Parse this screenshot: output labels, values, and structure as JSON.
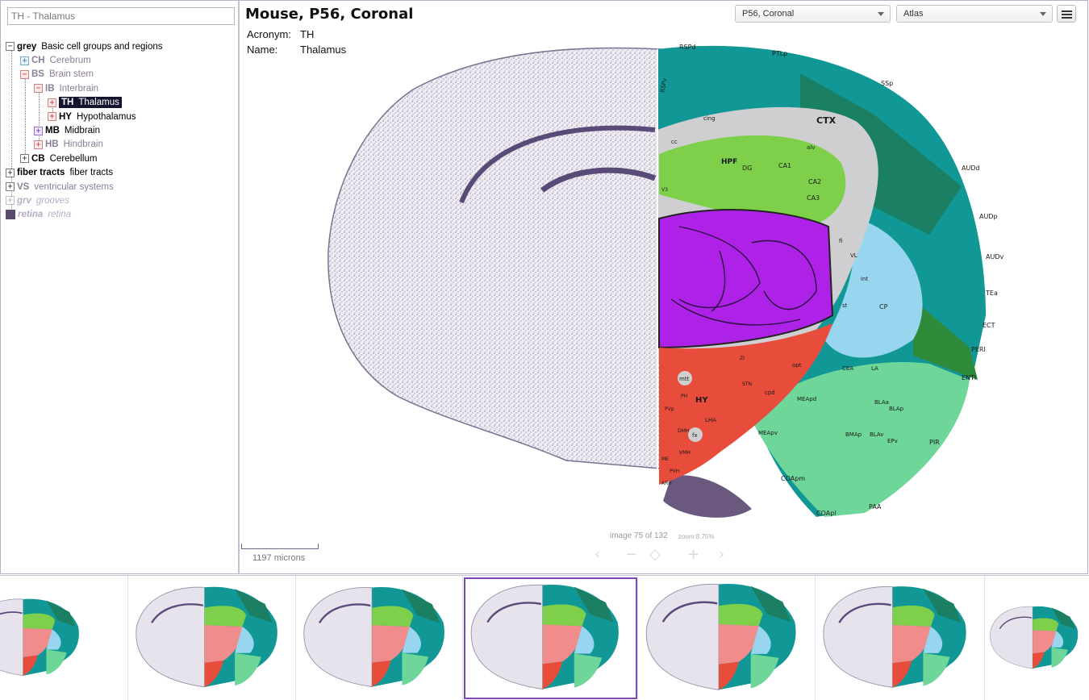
{
  "search": {
    "value": "TH - Thalamus"
  },
  "tree": [
    {
      "acronym": "grey",
      "name": "Basic cell groups and regions"
    },
    {
      "acronym": "CH",
      "name": "Cerebrum"
    },
    {
      "acronym": "BS",
      "name": "Brain stem"
    },
    {
      "acronym": "IB",
      "name": "Interbrain"
    },
    {
      "acronym": "TH",
      "name": "Thalamus"
    },
    {
      "acronym": "HY",
      "name": "Hypothalamus"
    },
    {
      "acronym": "MB",
      "name": "Midbrain"
    },
    {
      "acronym": "HB",
      "name": "Hindbrain"
    },
    {
      "acronym": "CB",
      "name": "Cerebellum"
    },
    {
      "acronym": "fiber tracts",
      "name": "fiber tracts"
    },
    {
      "acronym": "VS",
      "name": "ventricular systems"
    },
    {
      "acronym": "grv",
      "name": "grooves"
    },
    {
      "acronym": "retina",
      "name": "retina"
    }
  ],
  "header": {
    "title": "Mouse, P56, Coronal"
  },
  "info": {
    "acronym_label": "Acronym:",
    "acronym_value": "TH",
    "name_label": "Name:",
    "name_value": "Thalamus"
  },
  "dropdowns": {
    "atlas_plane": "P56, Coronal",
    "view": "Atlas"
  },
  "colors": {
    "cortex": "#119896",
    "cortex_dark": "#1a7f63",
    "hippocampus": "#7ed04b",
    "thalamus": "#ad22e6",
    "hypothalamus": "#e84c3b",
    "striatum": "#98d6f0",
    "olfactory": "#6fd69a",
    "fiber": "#cccccc",
    "selection": "#7d4bb3"
  },
  "labels": {
    "RSPd": "RSPd",
    "RSPv": "RSPv",
    "PTLp": "PTLp",
    "SSp": "SSp",
    "CTX": "CTX",
    "AUDd": "AUDd",
    "AUDp": "AUDp",
    "AUDv": "AUDv",
    "TEa": "TEa",
    "ECT": "ECT",
    "PERI": "PERI",
    "ENTl": "ENTl",
    "PIR": "PIR",
    "PAA": "PAA",
    "COApl": "COApl",
    "COApm": "COApm",
    "HPF": "HPF",
    "DG": "DG",
    "CA1": "CA1",
    "CA2": "CA2",
    "CA3": "CA3",
    "cc": "cc",
    "cing": "cing",
    "alv": "alv",
    "fi": "fi",
    "VL": "VL",
    "int": "int",
    "st": "st",
    "CP": "CP",
    "CEA": "CEA",
    "LA": "LA",
    "BLAa": "BLAa",
    "BLAp": "BLAp",
    "BMAp": "BMAp",
    "BLAv": "BLAv",
    "EPv": "EPv",
    "MEApd": "MEApd",
    "MEApv": "MEApv",
    "cpd": "cpd",
    "opt": "opt",
    "HY": "HY",
    "LHA": "LHA",
    "mtt": "mtt",
    "fx": "fx",
    "DMH": "DMH",
    "PH": "PH",
    "ZI": "ZI",
    "STN": "STN",
    "VMH": "VMH",
    "PVH": "PVH",
    "PVp": "PVp",
    "ARH": "ARH",
    "ME": "ME",
    "V3": "V3"
  },
  "scale": {
    "label": "1197 microns"
  },
  "counter": {
    "text": "image 75 of 132"
  },
  "zoom": {
    "text": "zoom:8.75%"
  },
  "thumbnails": [
    {
      "selected": false
    },
    {
      "selected": false
    },
    {
      "selected": false
    },
    {
      "selected": true
    },
    {
      "selected": false
    },
    {
      "selected": false
    },
    {
      "selected": false
    }
  ]
}
